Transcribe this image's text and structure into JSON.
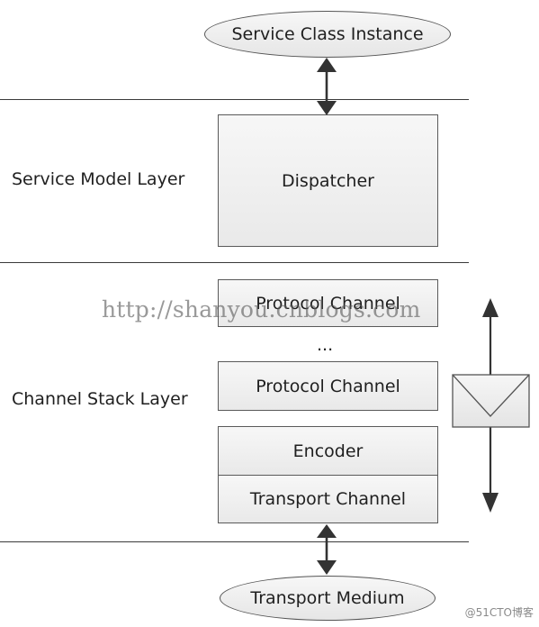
{
  "top_node": {
    "label": "Service Class Instance"
  },
  "service_model_layer": {
    "label": "Service Model Layer",
    "dispatcher": "Dispatcher"
  },
  "channel_stack_layer": {
    "label": "Channel Stack Layer",
    "protocol_channel_1": "Protocol Channel",
    "ellipsis": "...",
    "protocol_channel_2": "Protocol Channel",
    "encoder": "Encoder",
    "transport_channel": "Transport Channel"
  },
  "bottom_node": {
    "label": "Transport Medium"
  },
  "watermark": "http://shanyou.cnblogs.com",
  "corner_mark": "@51CTO博客"
}
